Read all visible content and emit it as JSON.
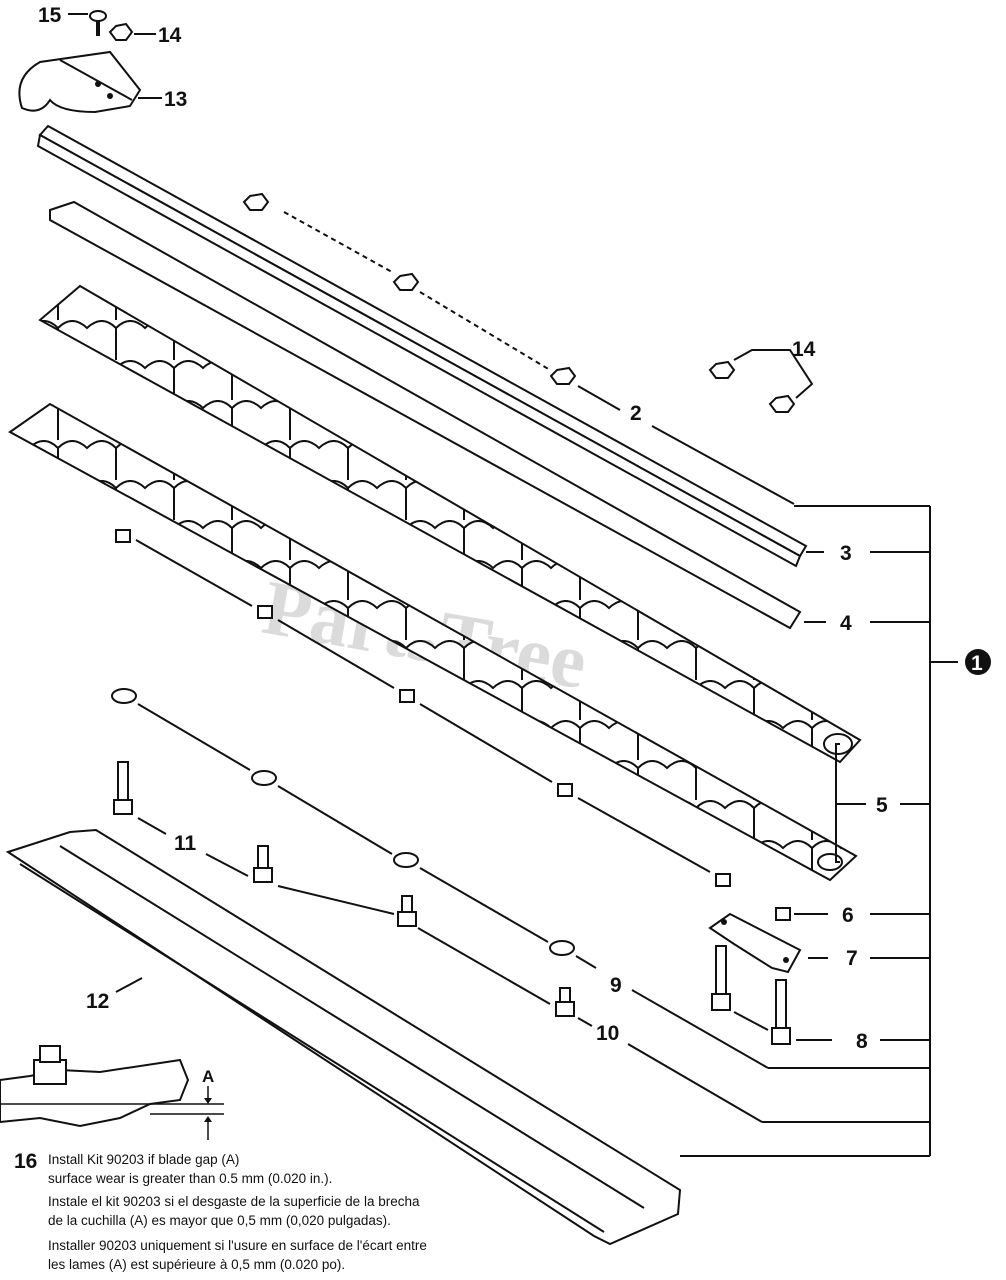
{
  "watermark": "PartsTree",
  "callouts": {
    "c1": "1",
    "c2": "2",
    "c3": "3",
    "c4": "4",
    "c5": "5",
    "c6": "6",
    "c7": "7",
    "c8": "8",
    "c9": "9",
    "c10": "10",
    "c11": "11",
    "c12": "12",
    "c13": "13",
    "c14a": "14",
    "c14b": "14",
    "c15": "15",
    "c16": "16"
  },
  "gap_label": "A",
  "note": {
    "en_1": "Install Kit 90203 if blade gap (A)",
    "en_2": "surface wear is greater than 0.5 mm (0.020 in.).",
    "es_1": "Instale el kit 90203 si el desgaste de la superficie de la brecha",
    "es_2": "de la cuchilla (A) es mayor que 0,5 mm (0,020 pulgadas).",
    "fr_1": "Installer 90203 uniquement si l'usure en surface de l'écart entre",
    "fr_2": "les lames (A) est supérieure à 0,5 mm (0.020 po)."
  }
}
